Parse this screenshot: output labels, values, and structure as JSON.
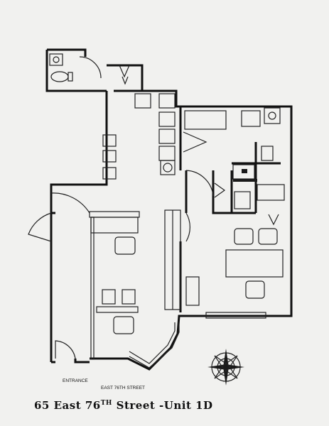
{
  "labels": {
    "entrance": "ENTRANCE",
    "street": "EAST 76TH STREET"
  },
  "title": {
    "part1": "65 East 76",
    "sup": "TH",
    "part2": " Street -Unit 1D"
  }
}
